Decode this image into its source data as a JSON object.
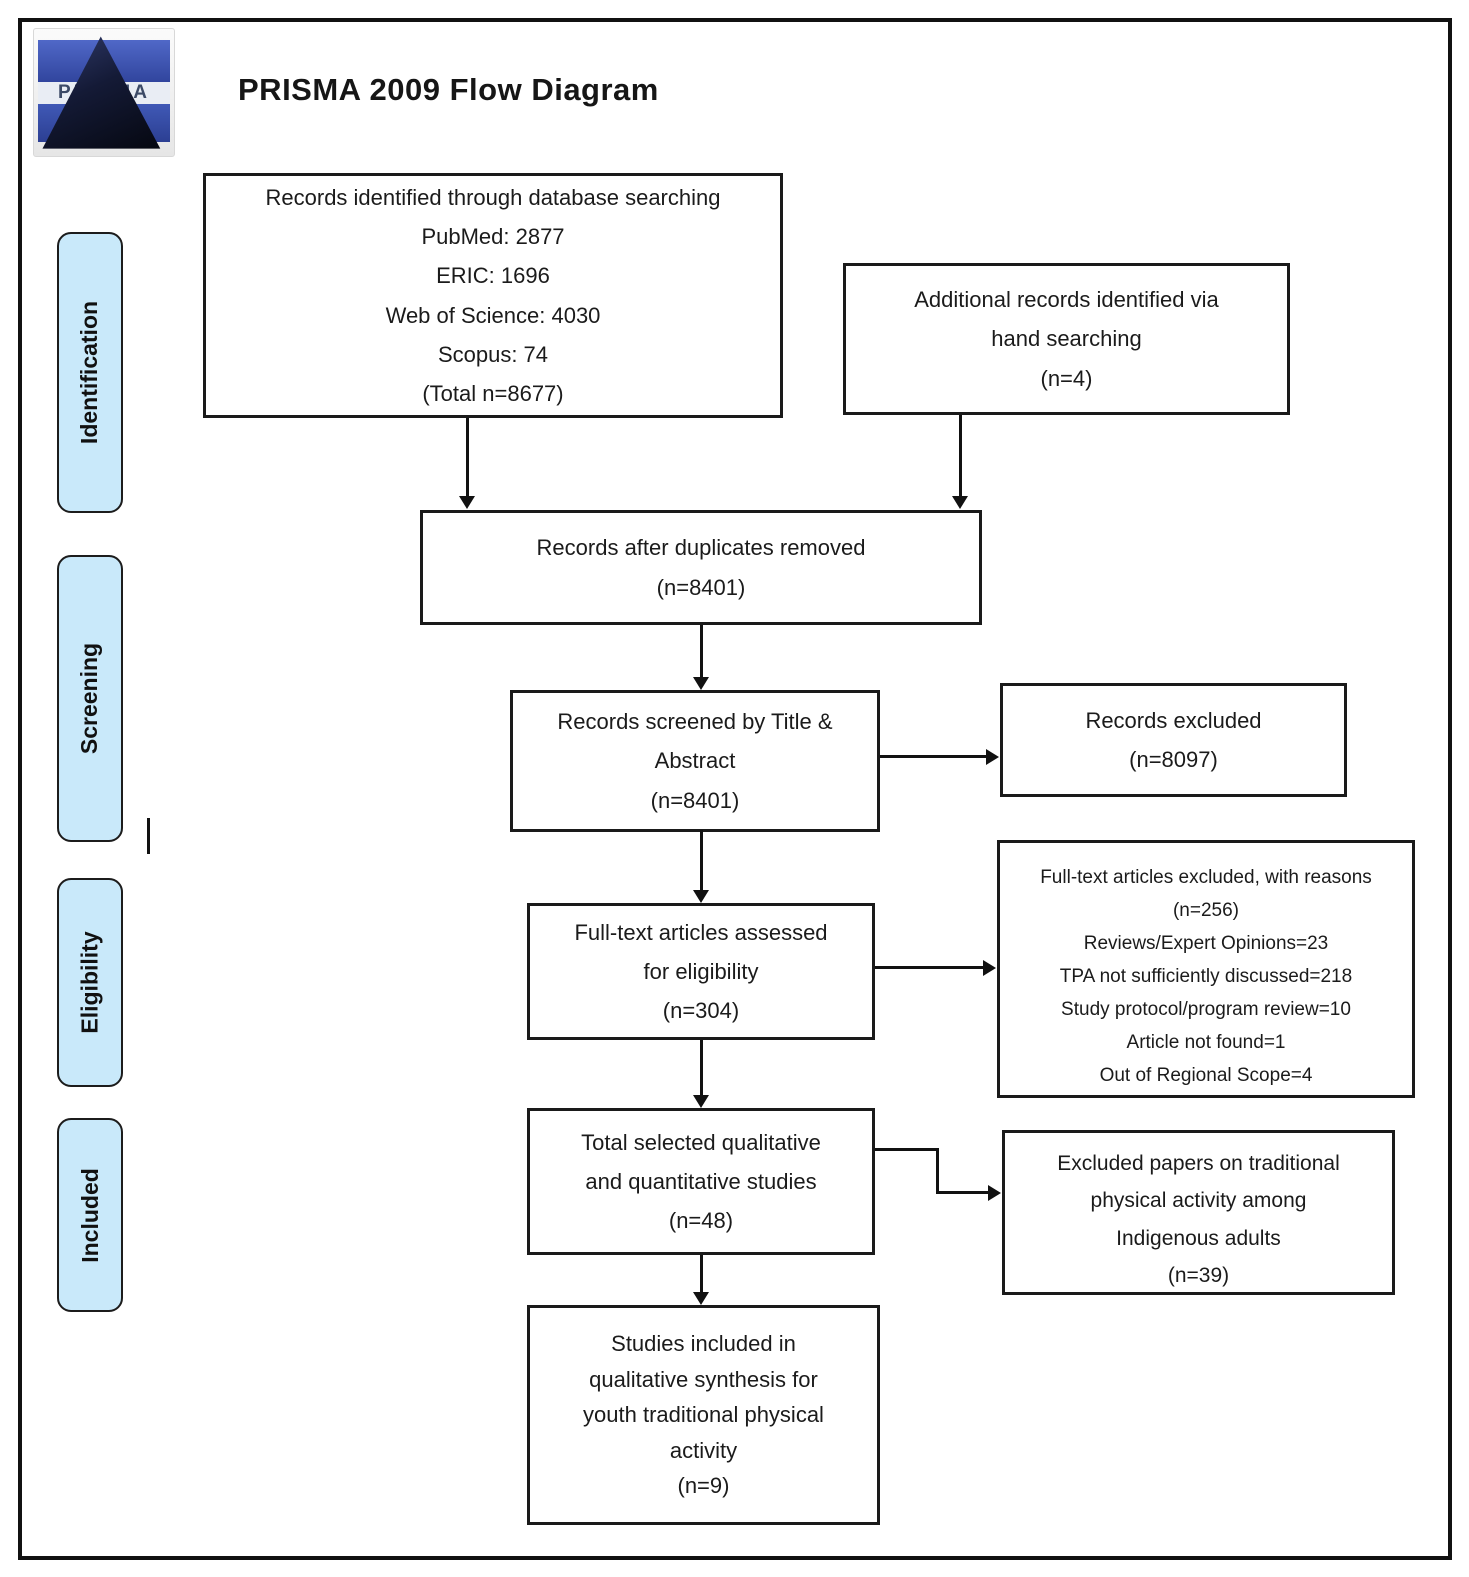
{
  "header": {
    "title": "PRISMA 2009 Flow Diagram",
    "logo_text": "PRISMA"
  },
  "stages": {
    "identification": "Identification",
    "screening": "Screening",
    "eligibility": "Eligibility",
    "included": "Included"
  },
  "boxes": {
    "identified": {
      "lines": [
        "Records identified through database searching",
        "PubMed: 2877",
        "ERIC: 1696",
        "Web of Science: 4030",
        "Scopus: 74",
        "(Total n=8677)"
      ]
    },
    "additional": {
      "lines": [
        "Additional records identified via",
        "hand searching",
        "(n=4)"
      ]
    },
    "duplicates": {
      "lines": [
        "Records after duplicates removed",
        "(n=8401)"
      ]
    },
    "screened": {
      "lines": [
        "Records screened by Title &",
        "Abstract",
        "(n=8401)"
      ]
    },
    "records_excluded": {
      "lines": [
        "Records excluded",
        "(n=8097)"
      ]
    },
    "fulltext": {
      "lines": [
        "Full-text articles assessed",
        "for eligibility",
        "(n=304)"
      ]
    },
    "fulltext_excluded": {
      "lines": [
        "Full-text articles excluded, with reasons",
        "(n=256)",
        "Reviews/Expert Opinions=23",
        "TPA not sufficiently discussed=218",
        "Study protocol/program review=10",
        "Article not found=1",
        "Out of Regional Scope=4"
      ]
    },
    "total_selected": {
      "lines": [
        "Total selected qualitative",
        "and quantitative studies",
        "(n=48)"
      ]
    },
    "excluded_papers": {
      "lines": [
        "Excluded papers on traditional",
        "physical activity among",
        "Indigenous adults",
        "(n=39)"
      ]
    },
    "included_studies": {
      "lines": [
        "Studies included in",
        "qualitative synthesis for",
        "youth traditional physical",
        "activity",
        "(n=9)"
      ]
    }
  },
  "colors": {
    "stage_fill": "#C9E9FA",
    "box_border": "#1A1A1A",
    "arrow": "#111111",
    "logo_blue": "#3E57B8",
    "logo_triangle_dark": "#0A0E1F"
  }
}
